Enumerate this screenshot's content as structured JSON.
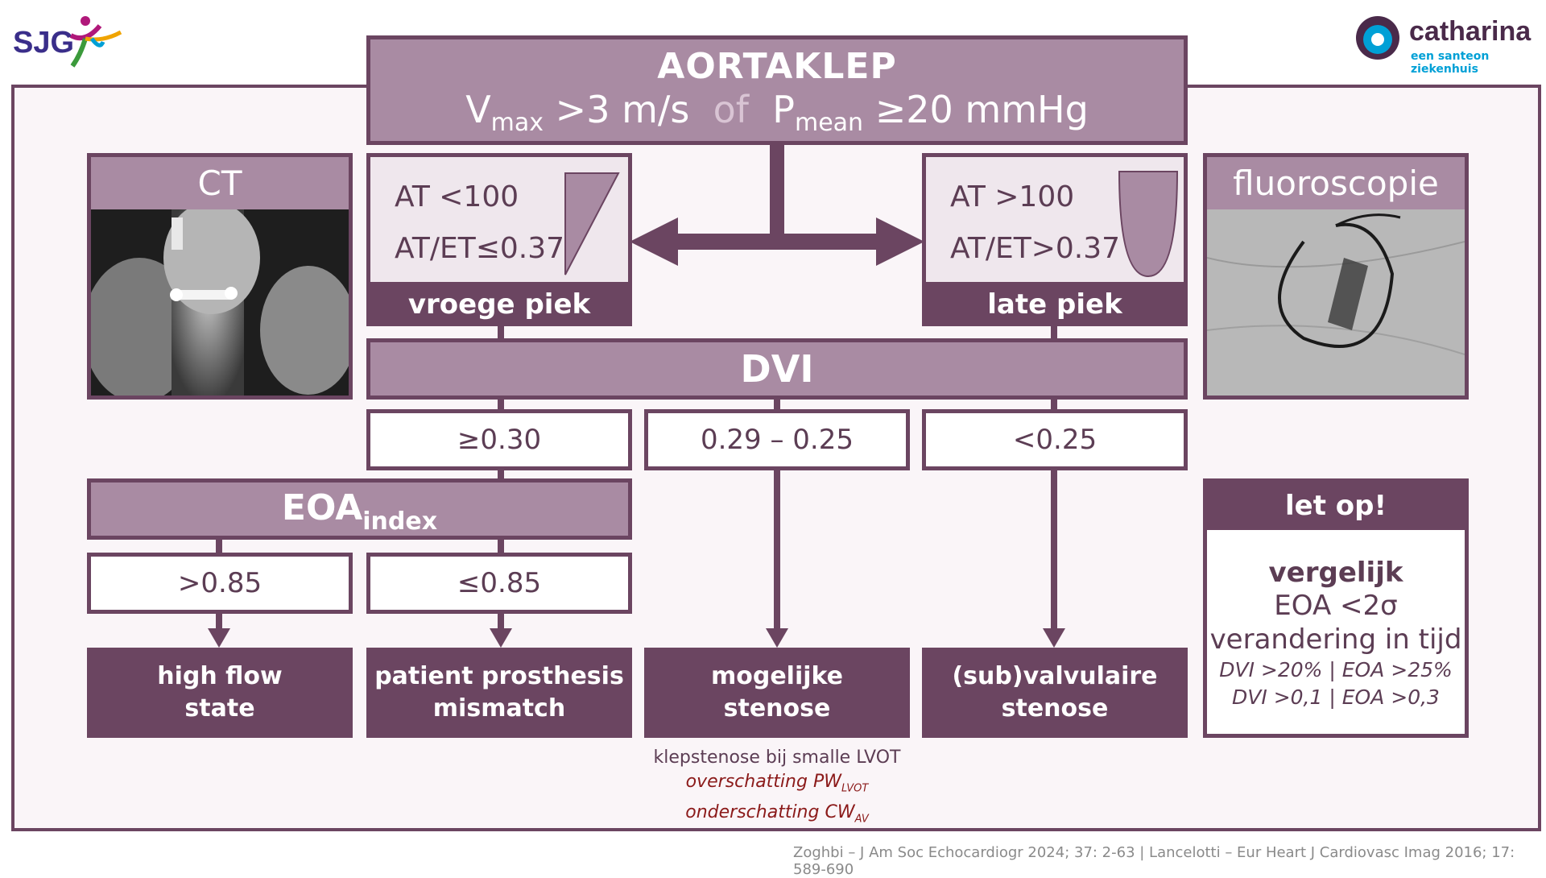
{
  "logos": {
    "left": "SJG",
    "right_name": "catharina",
    "right_sub": "een santeon ziekenhuis"
  },
  "header": {
    "title": "AORTAKLEP",
    "v": "V",
    "v_sub": "max",
    "v_val": ">3 m/s",
    "of": "of",
    "p": "P",
    "p_sub": "mean",
    "p_val": "≥20 mmHg"
  },
  "ct": {
    "label": "CT"
  },
  "fluoro": {
    "label": "fluoroscopie"
  },
  "early": {
    "at": "AT <100",
    "atet": "AT/ET≤0.37",
    "label": "vroege piek"
  },
  "late": {
    "at": "AT >100",
    "atet": "AT/ET>0.37",
    "label": "late piek"
  },
  "dvi": {
    "label": "DVI",
    "ranges": [
      "≥0.30",
      "0.29 – 0.25",
      "<0.25"
    ]
  },
  "eoa": {
    "label": "EOA",
    "sub": "index",
    "ranges": [
      ">0.85",
      "≤0.85"
    ]
  },
  "outcomes": [
    {
      "line1": "high flow",
      "line2": "state"
    },
    {
      "line1": "patient prosthesis",
      "line2": "mismatch"
    },
    {
      "line1": "mogelijke",
      "line2": "stenose"
    },
    {
      "line1": "(sub)valvulaire",
      "line2": "stenose"
    }
  ],
  "note": {
    "line1": "klepstenose bij smalle LVOT",
    "l2": "overschatting PW",
    "l2_sub": "LVOT",
    "l3": "onderschatting CW",
    "l3_sub": "AV"
  },
  "letop": {
    "title": "let op!",
    "bold": "vergelijk",
    "line2": "EOA <2σ",
    "line3": "verandering in tijd",
    "line4": "DVI >20% | EOA >25%",
    "line5": "DVI >0,1 | EOA >0,3"
  },
  "reference": "Zoghbi – J Am Soc Echocardiogr 2024; 37: 2-63 | Lancelotti – Eur Heart J Cardiovasc Imag 2016; 17: 589-690",
  "colors": {
    "primary": "#6b4561",
    "light": "#a98ba3",
    "accent": "#00a0d6",
    "red": "#8b1a1a"
  }
}
